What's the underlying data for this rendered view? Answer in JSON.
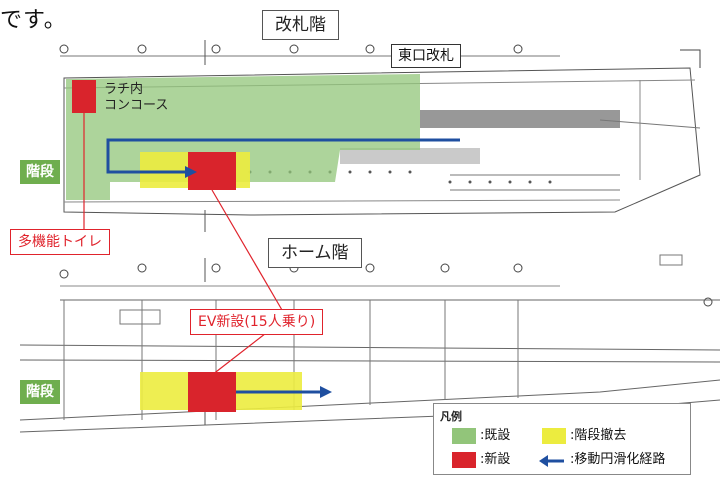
{
  "intro": {
    "text": "です。"
  },
  "floors": {
    "upper": "改札階",
    "lower": "ホーム階"
  },
  "gate_label": "東口改札",
  "concourse_label": {
    "line1": "ラチ内",
    "line2": "コンコース"
  },
  "stairs_label": "階段",
  "callouts": {
    "toilet": "多機能トイレ",
    "elevator": "EV新設(15人乗り)"
  },
  "legend": {
    "title": "凡例",
    "items": [
      {
        "label": ":既設",
        "color": "#92c57a"
      },
      {
        "label": ":階段撤去",
        "color": "#ecec3f"
      },
      {
        "label": ":新設",
        "color": "#d9242c"
      },
      {
        "label": ":移動円滑化経路",
        "color": "#1f4fa0"
      }
    ]
  },
  "colors": {
    "existing": "#92c57a",
    "stairs_removed": "#ecec3f",
    "new": "#d9242c",
    "route": "#1f4fa0",
    "callout_border": "#e0232c"
  }
}
